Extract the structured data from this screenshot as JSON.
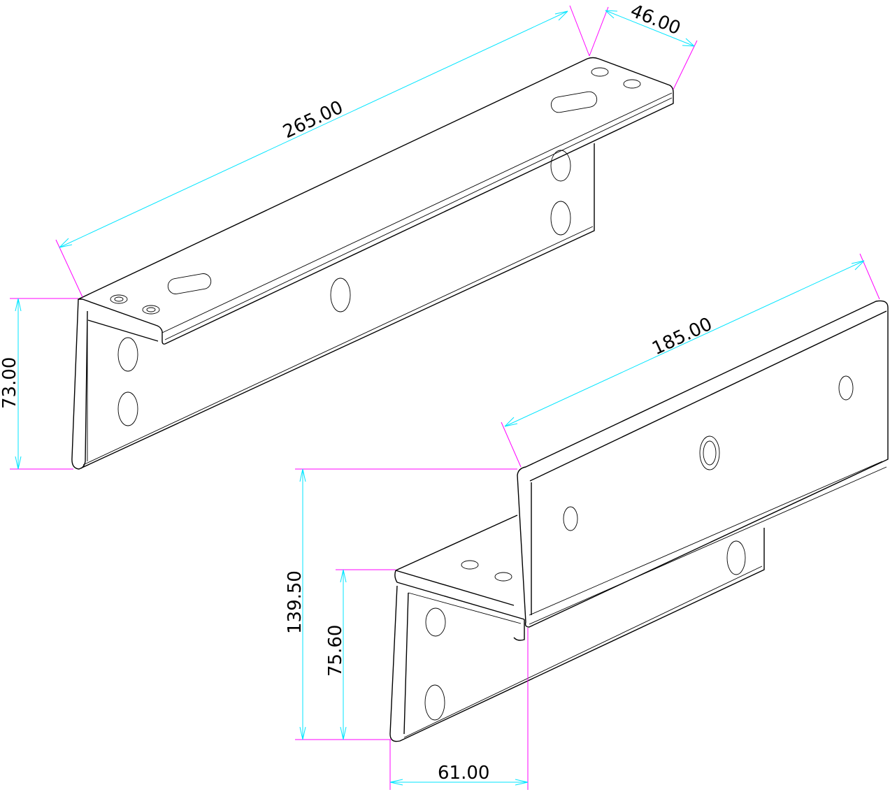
{
  "title": "Mounting bracket technical drawing",
  "colors": {
    "dimension_line": "#00e5ff",
    "extension_line": "#ff00ff",
    "outline": "#000000"
  },
  "dimensions": {
    "top_length": "265.00",
    "top_width": "46.00",
    "top_height": "73.00",
    "bottom_length": "185.00",
    "bottom_total_height": "139.50",
    "bottom_lower_height": "75.60",
    "bottom_depth": "61.00"
  }
}
